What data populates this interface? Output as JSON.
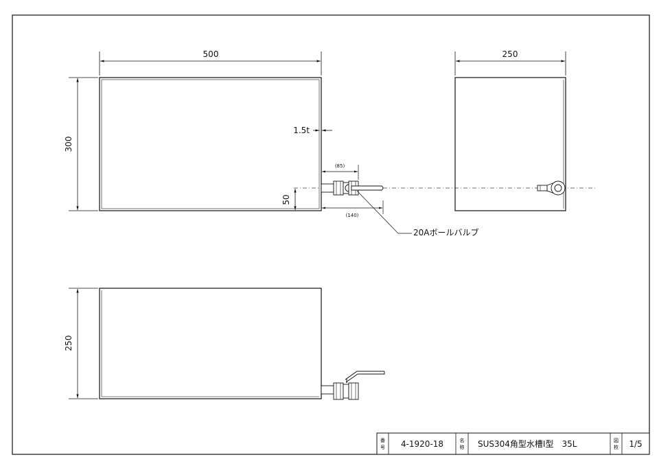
{
  "dimensions": {
    "front_width": "500",
    "front_height": "300",
    "wall_thickness": "1.5t",
    "valve_length": "(85)",
    "valve_offset": "(140)",
    "valve_height": "50",
    "side_width": "250",
    "top_depth": "250"
  },
  "callout": {
    "valve_label": "20Aボールバルブ"
  },
  "title_block": {
    "number_key_1": "番",
    "number_key_2": "号",
    "number_value": "4-1920-18",
    "name_key_1": "名",
    "name_key_2": "称",
    "name_value": "SUS304角型水槽Ⅰ型　35L",
    "sheet_key_1": "図",
    "sheet_key_2": "枚",
    "sheet_value": "1/5"
  }
}
